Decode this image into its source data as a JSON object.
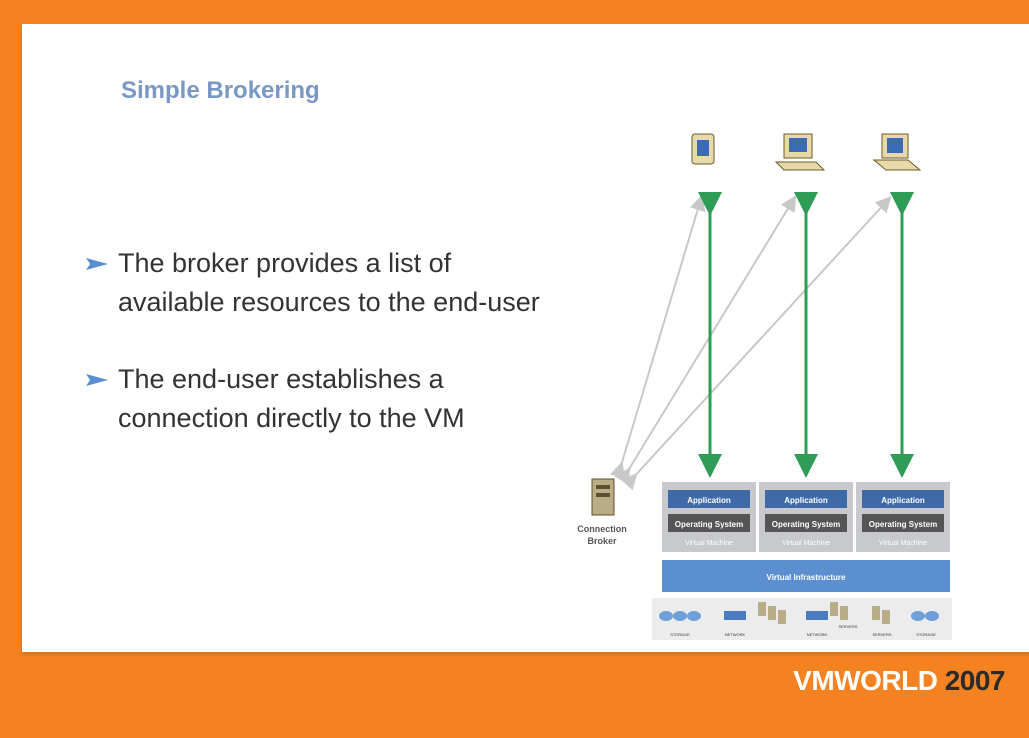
{
  "title": "Simple Brokering",
  "bullets": [
    "The broker provides a list of available resources to the end-user",
    "The end-user establishes a connection directly to the VM"
  ],
  "diagram": {
    "broker_label_line1": "Connection",
    "broker_label_line2": "Broker",
    "vm_stacks": [
      {
        "app": "Application",
        "os": "Operating System",
        "vm": "Virtual Machine"
      },
      {
        "app": "Application",
        "os": "Operating System",
        "vm": "Virtual Machine"
      },
      {
        "app": "Application",
        "os": "Operating System",
        "vm": "Virtual Machine"
      }
    ],
    "virtual_infrastructure": "Virtual Infrastructure",
    "resource_labels": [
      "STORAGE",
      "NETWORK",
      "NETWORK",
      "SERVERS",
      "SERVERS",
      "STORAGE"
    ],
    "colors": {
      "direct_arrow": "#2e9b57",
      "broker_arrow": "#c8c8c8",
      "app_box": "#3e6aa8",
      "os_box": "#555555",
      "infra_bar": "#5b8fd0"
    }
  },
  "footer": {
    "brand": "VMWORLD",
    "year": "2007"
  },
  "colors": {
    "background": "#f58220",
    "title": "#7a98c4",
    "bullet_arrow": "#5b8fd0"
  }
}
